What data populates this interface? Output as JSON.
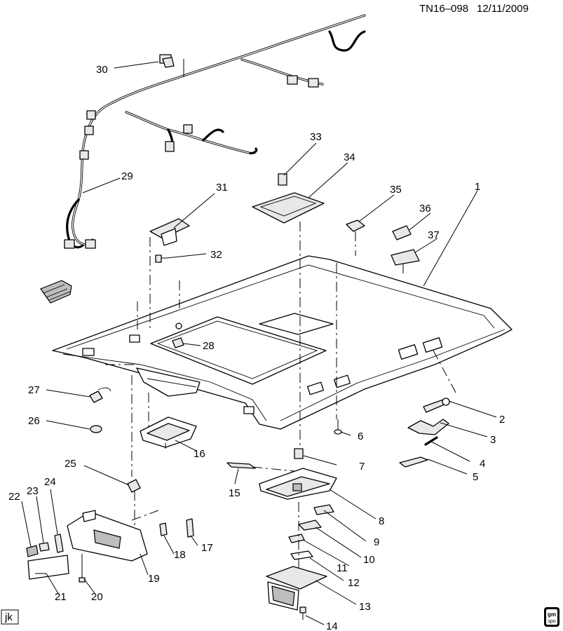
{
  "header": {
    "code": "TN16–098",
    "date": "12/11/2009"
  },
  "footer": {
    "initials": "jk",
    "logo_top": "gm",
    "logo_bottom": "spo"
  },
  "callouts": [
    "1",
    "2",
    "3",
    "4",
    "5",
    "6",
    "7",
    "8",
    "9",
    "10",
    "11",
    "12",
    "13",
    "14",
    "15",
    "16",
    "17",
    "18",
    "19",
    "20",
    "21",
    "22",
    "23",
    "24",
    "25",
    "26",
    "27",
    "28",
    "29",
    "30",
    "31",
    "32",
    "33",
    "34",
    "35",
    "36",
    "37"
  ],
  "icons": {
    "orientation": "vehicle-front-arrow-icon",
    "logo": "gm-spo-logo-icon"
  }
}
